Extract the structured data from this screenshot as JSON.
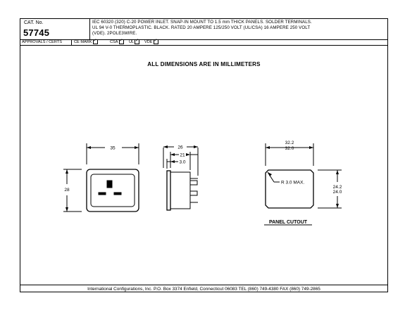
{
  "header": {
    "cat_label": "CAT. No.",
    "cat_no": "57745",
    "description_lines": [
      "IEC 60320 (320) C-20 POWER INLET. SNAP-IN MOUNT TO 1.5 mm THICK PANELS. SOLDER TERMINALS.",
      "UL 94 V-0 THERMOPLASTIC. BLACK. RATED 20 AMPERE 125/250 VOLT (UL/CSA) 16 AMPERE 250 VOLT",
      "(VDE). 2POLE3WIRE."
    ]
  },
  "approvals": {
    "label": "APPROVALS / CERTS",
    "items": [
      "CE MARK",
      "CSA",
      "UL",
      "VDE"
    ]
  },
  "title": "ALL DIMENSIONS ARE IN MILLIMETERS",
  "drawing": {
    "front_width": "35",
    "front_height": "28",
    "side_width": "26",
    "side_inner": "21",
    "side_flange": "3.0",
    "cutout_width_top": "32.2",
    "cutout_width_bottom": "32.0",
    "cutout_height_top": "24.2",
    "cutout_height_bottom": "24.0",
    "corner_radius": "R 3.0 MAX.",
    "cutout_caption": "PANEL CUTOUT"
  },
  "footer": "International Configurations, Inc. P.O. Box 3374 Enfield, Connecticut 06083 TEL (860) 749-4380 FAX (860) 749-2865"
}
